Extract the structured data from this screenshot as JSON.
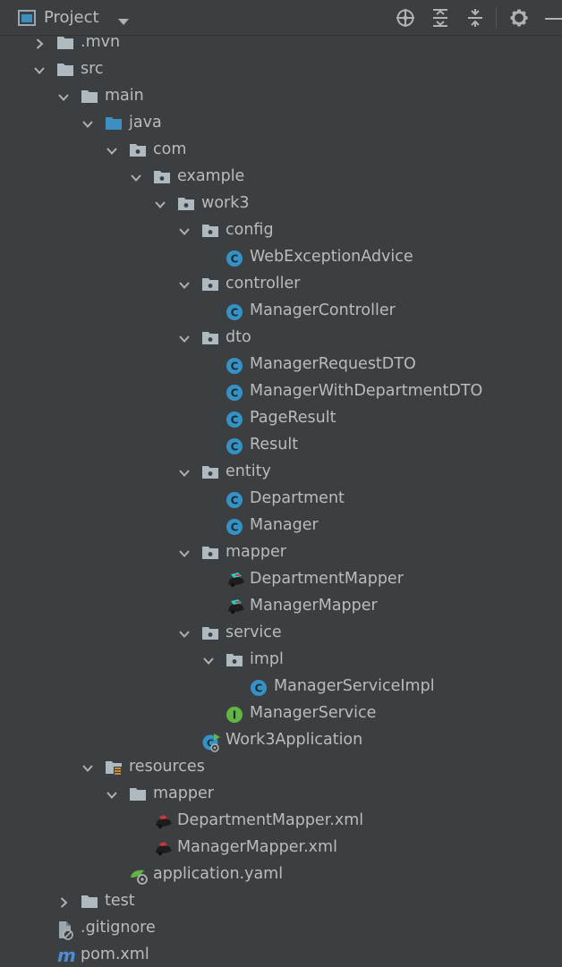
{
  "header": {
    "title": "Project"
  },
  "tree": [
    {
      "label": ".mvn",
      "depth": 0,
      "expanded": false,
      "icon": "folder-icon"
    },
    {
      "label": "src",
      "depth": 0,
      "expanded": true,
      "icon": "folder-icon"
    },
    {
      "label": "main",
      "depth": 1,
      "expanded": true,
      "icon": "folder-icon"
    },
    {
      "label": "java",
      "depth": 2,
      "expanded": true,
      "icon": "source-folder-icon"
    },
    {
      "label": "com",
      "depth": 3,
      "expanded": true,
      "icon": "package-icon"
    },
    {
      "label": "example",
      "depth": 4,
      "expanded": true,
      "icon": "package-icon"
    },
    {
      "label": "work3",
      "depth": 5,
      "expanded": true,
      "icon": "package-icon"
    },
    {
      "label": "config",
      "depth": 6,
      "expanded": true,
      "icon": "package-icon"
    },
    {
      "label": "WebExceptionAdvice",
      "depth": 7,
      "icon": "class-icon"
    },
    {
      "label": "controller",
      "depth": 6,
      "expanded": true,
      "icon": "package-icon"
    },
    {
      "label": "ManagerController",
      "depth": 7,
      "icon": "class-icon"
    },
    {
      "label": "dto",
      "depth": 6,
      "expanded": true,
      "icon": "package-icon"
    },
    {
      "label": "ManagerRequestDTO",
      "depth": 7,
      "icon": "class-icon"
    },
    {
      "label": "ManagerWithDepartmentDTO",
      "depth": 7,
      "icon": "class-icon"
    },
    {
      "label": "PageResult",
      "depth": 7,
      "icon": "class-icon"
    },
    {
      "label": "Result",
      "depth": 7,
      "icon": "class-icon"
    },
    {
      "label": "entity",
      "depth": 6,
      "expanded": true,
      "icon": "package-icon"
    },
    {
      "label": "Department",
      "depth": 7,
      "icon": "class-icon"
    },
    {
      "label": "Manager",
      "depth": 7,
      "icon": "class-icon"
    },
    {
      "label": "mapper",
      "depth": 6,
      "expanded": true,
      "icon": "package-icon"
    },
    {
      "label": "DepartmentMapper",
      "depth": 7,
      "icon": "mybatis-mapper-icon"
    },
    {
      "label": "ManagerMapper",
      "depth": 7,
      "icon": "mybatis-mapper-icon"
    },
    {
      "label": "service",
      "depth": 6,
      "expanded": true,
      "icon": "package-icon"
    },
    {
      "label": "impl",
      "depth": 7,
      "expanded": true,
      "icon": "package-icon"
    },
    {
      "label": "ManagerServiceImpl",
      "depth": 8,
      "icon": "class-icon"
    },
    {
      "label": "ManagerService",
      "depth": 7,
      "icon": "interface-icon"
    },
    {
      "label": "Work3Application",
      "depth": 6,
      "icon": "spring-boot-app-icon"
    },
    {
      "label": "resources",
      "depth": 2,
      "expanded": true,
      "icon": "resources-folder-icon"
    },
    {
      "label": "mapper",
      "depth": 3,
      "expanded": true,
      "icon": "folder-icon"
    },
    {
      "label": "DepartmentMapper.xml",
      "depth": 4,
      "icon": "mybatis-xml-icon"
    },
    {
      "label": "ManagerMapper.xml",
      "depth": 4,
      "icon": "mybatis-xml-icon"
    },
    {
      "label": "application.yaml",
      "depth": 3,
      "icon": "spring-yaml-icon"
    },
    {
      "label": "test",
      "depth": 1,
      "expanded": false,
      "icon": "folder-icon"
    },
    {
      "label": ".gitignore",
      "depth": 0,
      "icon": "gitignore-file-icon"
    },
    {
      "label": "pom.xml",
      "depth": 0,
      "icon": "maven-pom-icon"
    }
  ],
  "colors": {
    "background": "#3c3f41",
    "text": "#bbbbbb",
    "folder": "#aeb9c0",
    "source_folder": "#3d8fbf",
    "class": "#3592c4",
    "interface": "#62b543"
  }
}
